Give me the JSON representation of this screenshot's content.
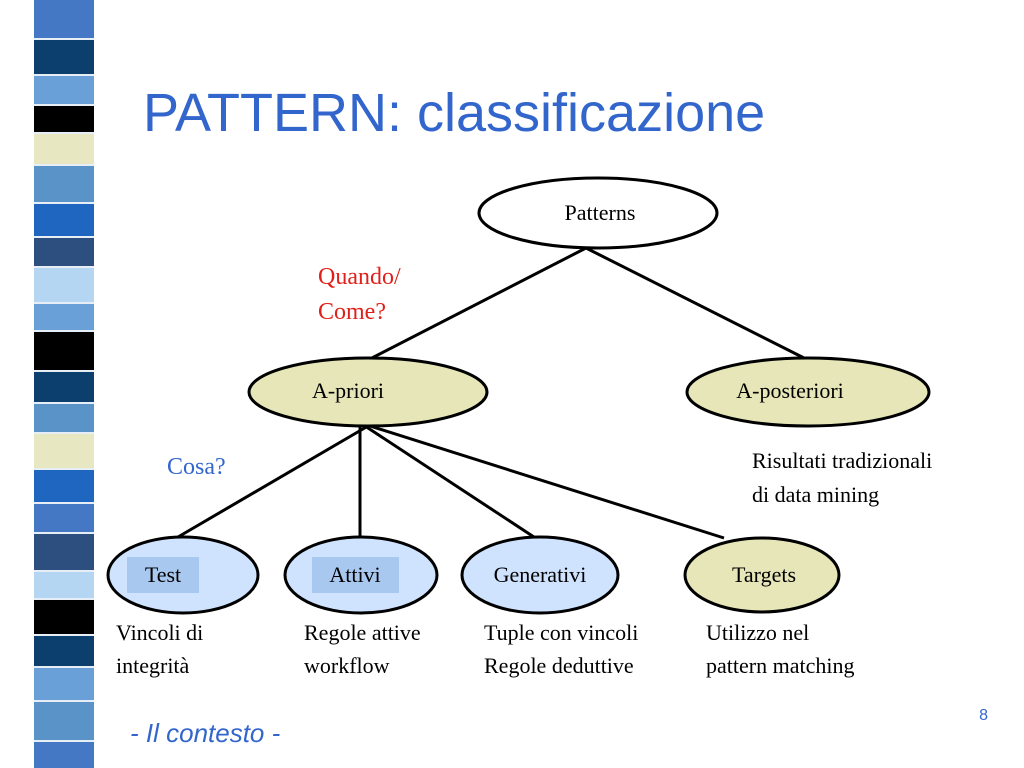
{
  "slide": {
    "title": "PATTERN: classificazione",
    "footer": "- Il contesto -",
    "page_number": "8"
  },
  "colors": {
    "title": "#3366cc",
    "question_red": "#e0201a",
    "question_blue": "#3366cc",
    "node_level1_fill": "#e6e6b8",
    "node_level2_fill": "#cfe3ff",
    "node_root_fill": "#ffffff",
    "stripe": [
      "#4477c4",
      "#0d3f6e",
      "#6aa0d8",
      "#000000",
      "#e7e7c2",
      "#5a93c7",
      "#1f66c0",
      "#2c4f80",
      "#b5d6f2"
    ]
  },
  "diagram": {
    "root": "Patterns",
    "apriori": "A-priori",
    "aposteriori": "A-posteriori",
    "test": "Test",
    "attivi": "Attivi",
    "generativi": "Generativi",
    "targets": "Targets",
    "q_when": [
      "Quando/",
      "Come?"
    ],
    "q_what": "Cosa?",
    "aposteriori_desc": [
      "Risultati tradizionali",
      "di data mining"
    ],
    "test_desc": [
      "Vincoli di",
      "integrità"
    ],
    "attivi_desc": [
      "Regole attive",
      "workflow"
    ],
    "generativi_desc": [
      "Tuple con vincoli",
      "Regole deduttive"
    ],
    "targets_desc": [
      "Utilizzo nel",
      "pattern matching"
    ]
  }
}
